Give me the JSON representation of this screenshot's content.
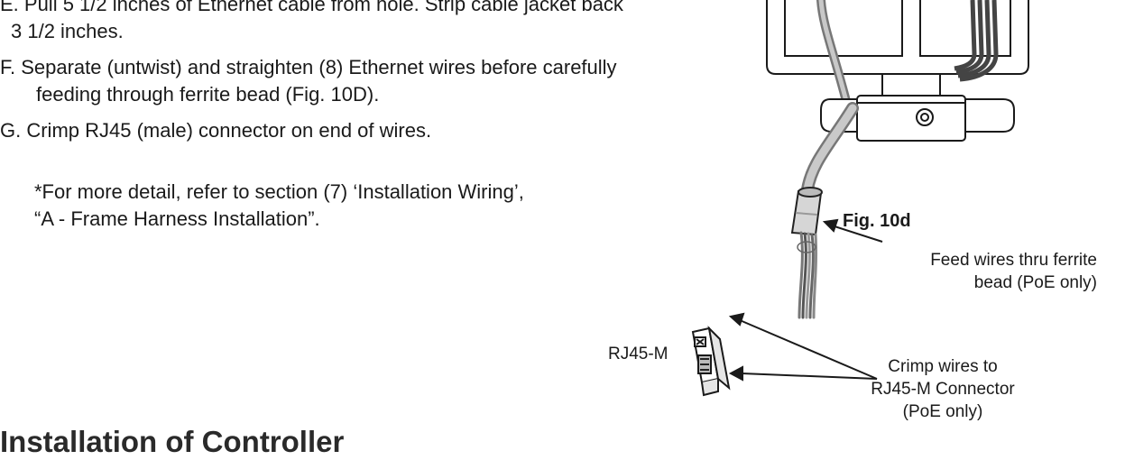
{
  "instructions": {
    "step_e_line1": "E. Pull 5 1/2 inches of Ethernet cable from hole. Strip cable jacket back",
    "step_e_line2": "3 1/2 inches.",
    "step_f_line1": "F. Separate (untwist) and straighten (8) Ethernet wires before carefully",
    "step_f_line2": "feeding through ferrite bead (Fig. 10D).",
    "step_g": "G. Crimp RJ45 (male) connector on end of wires.",
    "note_line1": "*For more detail, refer to section (7) ‘Installation Wiring’,",
    "note_line2": "“A - Frame Harness Installation”."
  },
  "figure": {
    "caption": "Fig. 10d",
    "callout_ferrite": "Feed wires thru ferrite bead (PoE only)",
    "callout_crimp": "Crimp wires to RJ45-M Connector (PoE only)",
    "connector_label": "RJ45-M"
  },
  "section": {
    "title": "Installation of Controller"
  }
}
